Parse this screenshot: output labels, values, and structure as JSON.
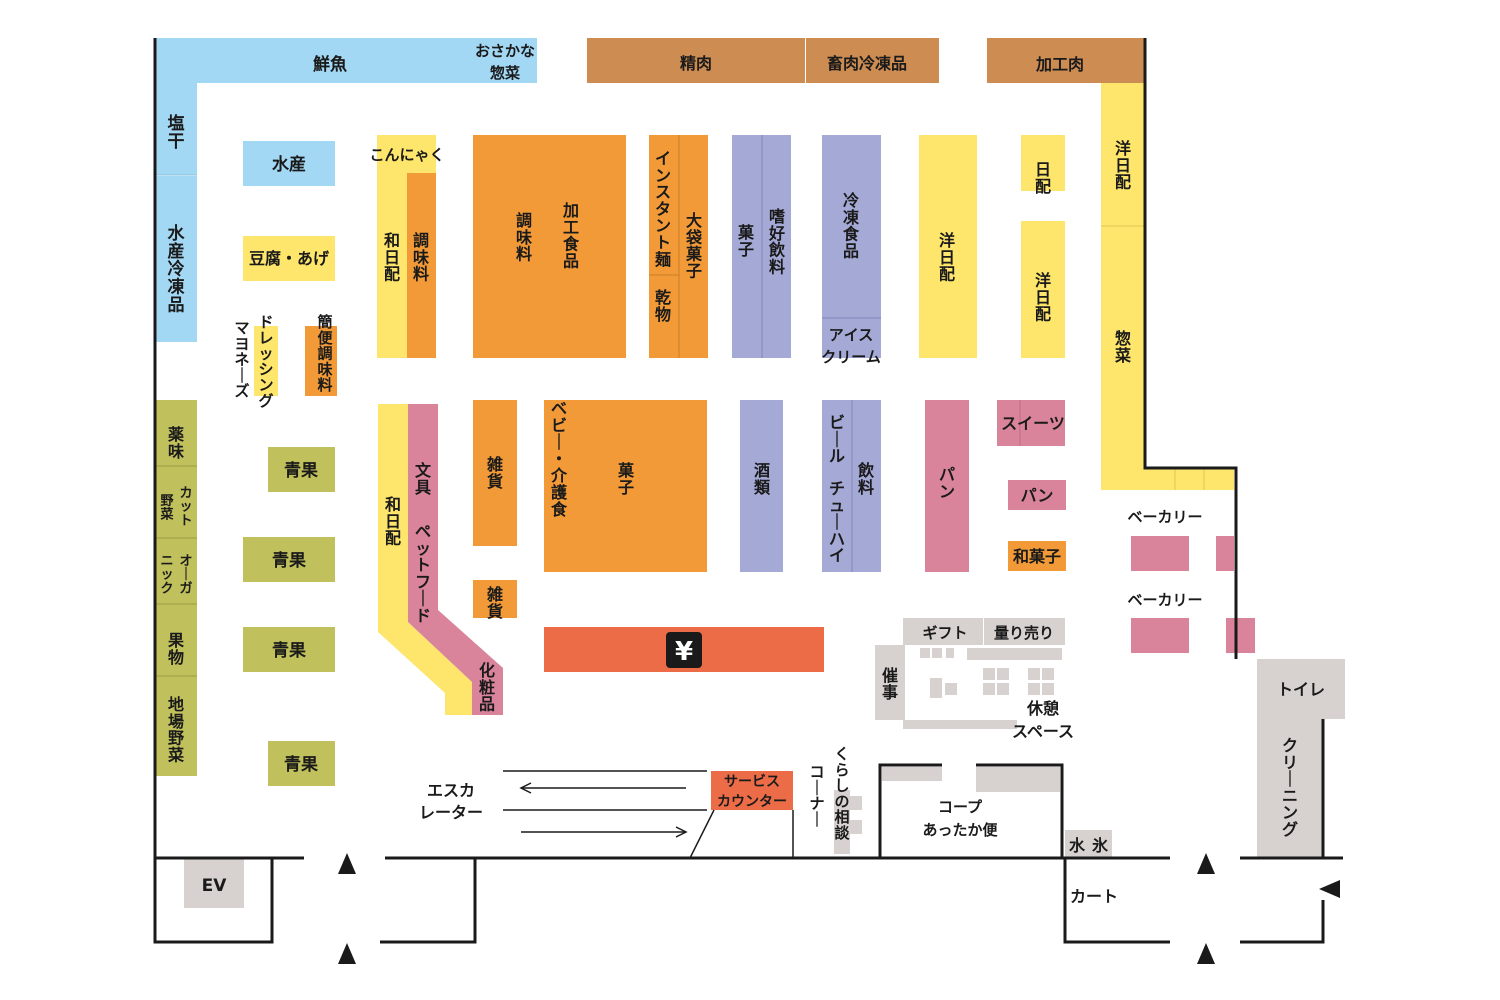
{
  "colors": {
    "fish": "#a3d8f4",
    "meat": "#cd8c52",
    "daily": "#fde66b",
    "grocery": "#f29a38",
    "drink": "#a4a9d6",
    "produce": "#c0c05c",
    "pink": "#d9849b",
    "red": "#ed6c48",
    "gray": "#d7d2cf",
    "wall": "#1a1a1a"
  },
  "top": {
    "fish": "鮮魚",
    "osakana_1": "おさかな",
    "osakana_2": "惣菜",
    "meat": "精肉",
    "frozen_meat": "畜肉冷凍品",
    "processed_meat": "加工肉"
  },
  "left": {
    "shiohoshi": "塩干",
    "suisan_frozen": "水産冷凍品",
    "yakumi": "薬味",
    "cut_yasai_1": "カット",
    "cut_yasai_2": "野菜",
    "organic_1": "オーガ",
    "organic_2": "ニック",
    "fruit": "果物",
    "jiba_yasai": "地場野菜"
  },
  "aisles": {
    "suisan": "水産",
    "tofu": "豆腐・あげ",
    "dressing_1": "ドレッシング",
    "dressing_2": "マヨネーズ",
    "kanben": "簡便調味料",
    "seika": [
      "青果",
      "青果",
      "青果",
      "青果"
    ],
    "konnyaku": "こんにゃく",
    "wanichi_1": "和日配",
    "chomiryo_1": "調味料",
    "chomiryo_2": "調味料",
    "kakou": "加工食品",
    "instant": "インスタント麺",
    "kanbutsu": "乾物",
    "ofukuro": "大袋菓子",
    "kashi_1": "菓子",
    "shikou": "嗜好飲料",
    "reitou": "冷凍食品",
    "ice": "アイス",
    "cream": "クリーム",
    "younichi_1": "洋日配",
    "nichi": "日配",
    "younichi_2": "洋日配",
    "younichi_right": "洋日配",
    "souzai_right": "惣菜",
    "wanichi_2": "和日配",
    "bungu": "文具",
    "petfood": "ペットフード",
    "keshou": "化粧品",
    "zakka_1": "雑貨",
    "zakka_2": "雑貨",
    "baby": "ベビー・介護食",
    "kashi_2": "菓子",
    "sake": "酒類",
    "beer": "ビール",
    "chuhai": "チューハイ",
    "inryo": "飲料",
    "pan_1": "パン",
    "sweets": "スイーツ",
    "pan_2": "パン",
    "wagashi": "和菓子",
    "yen": "¥"
  },
  "bakery": [
    "ベーカリー",
    "ベーカリー"
  ],
  "services": {
    "gift": "ギフト",
    "hakari": "量り売り",
    "saiji": "催事",
    "kyukei_1": "休憩",
    "kyukei_2": "スペース",
    "toilet": "トイレ",
    "cleaning": "クリーニング",
    "escalator_1": "エスカ",
    "escalator_2": "レーター",
    "service_1": "サービス",
    "service_2": "カウンター",
    "kurashi_1": "くらしの相談",
    "kurashi_2": "コーナー",
    "coop_1": "コープ",
    "coop_2": "あったか便",
    "water": "水",
    "ice": "氷",
    "ev": "EV",
    "cart": "カート"
  }
}
